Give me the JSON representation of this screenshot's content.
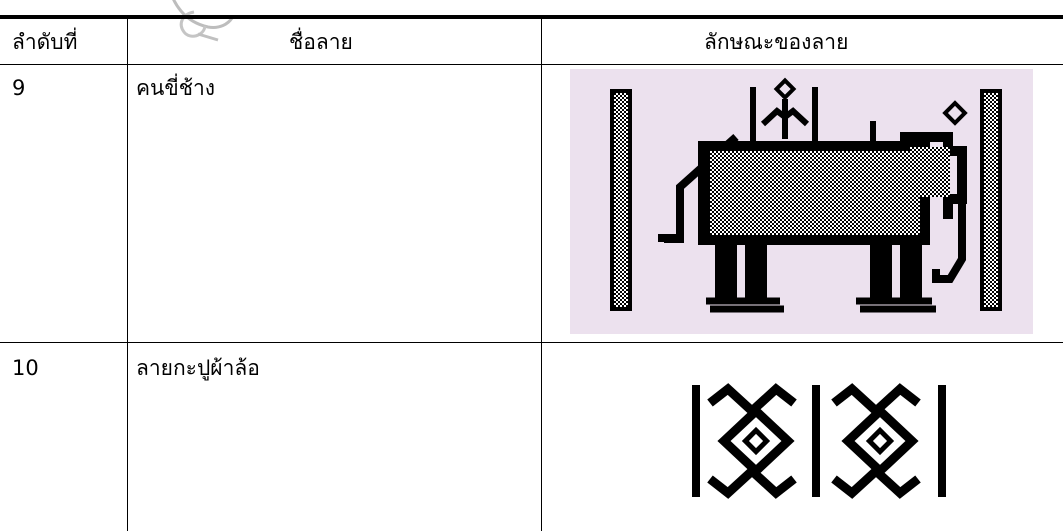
{
  "table": {
    "headers": {
      "number": "ลำดับที่",
      "name": "ชื่อลาย",
      "character": "ลักษณะของลาย"
    },
    "rows": [
      {
        "number": "9",
        "name": "คนขี่ช้าง",
        "pattern_icon": "elephant-rider-pattern-icon",
        "pattern_background": "#ece1ee"
      },
      {
        "number": "10",
        "name": "ลายกะปูผ้าล้อ",
        "pattern_icon": "diamond-hook-pattern-icon",
        "pattern_background": "#ffffff"
      }
    ]
  },
  "colors": {
    "rule": "#000000",
    "watermark": "#b8b8b8"
  }
}
